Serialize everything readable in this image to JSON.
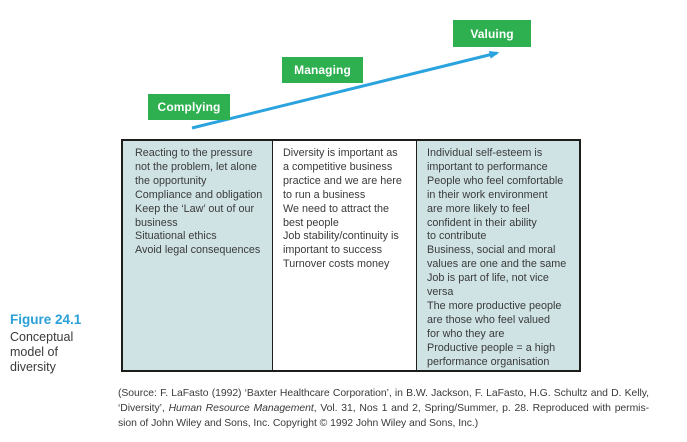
{
  "figure": {
    "label": "Figure 24.1",
    "caption_lines": [
      "Conceptual",
      "model of",
      "diversity"
    ]
  },
  "stages": [
    {
      "id": "complying",
      "label": "Complying"
    },
    {
      "id": "managing",
      "label": "Managing"
    },
    {
      "id": "valuing",
      "label": "Valuing"
    }
  ],
  "columns": [
    {
      "stage": "Complying",
      "lines": [
        "Reacting to the pressure",
        "not the problem, let alone",
        "the opportunity",
        "Compliance and obligation",
        "Keep the ‘Law’ out of our",
        "business",
        "Situational ethics",
        "Avoid legal consequences"
      ]
    },
    {
      "stage": "Managing",
      "lines": [
        "Diversity is important as",
        "a competitive business",
        "practice and we are here",
        "to run a business",
        "We need to attract the",
        "best people",
        "Job stability/continuity is",
        "important to success",
        "Turnover costs money"
      ]
    },
    {
      "stage": "Valuing",
      "lines": [
        "Individual self-esteem is",
        "important to performance",
        "People who feel comfortable",
        "in their work environment",
        "are more likely to feel",
        "confident in their ability",
        "to contribute",
        "Business, social and moral",
        "values are one and the same",
        "Job is part of life, not vice",
        "versa",
        "The more productive people",
        "are those who feel valued",
        "for who they are",
        "Productive people = a high",
        "performance organisation"
      ]
    }
  ],
  "source": {
    "line1": "(Source: F. LaFasto (1992) ‘Baxter Healthcare Corporation’, in B.W. Jackson, F. LaFasto, H.G. Schultz and D. Kelly,",
    "line2_pre": "‘Diversity’, ",
    "line2_italic": "Human Resource Management",
    "line2_post": ", Vol. 31, Nos 1 and 2, Spring/Summer, p. 28. Reproduced with permis-",
    "line3": "sion of John Wiley and Sons, Inc. Copyright © 1992 John Wiley and Sons, Inc.)"
  },
  "colors": {
    "stage_green": "#2eb050",
    "arrow_blue": "#2aa3de",
    "panel_blue": "#cfe3e5",
    "figure_label_blue": "#2aa0d8",
    "border_black": "#1d1d1b",
    "text_gray": "#3a3a3a"
  }
}
